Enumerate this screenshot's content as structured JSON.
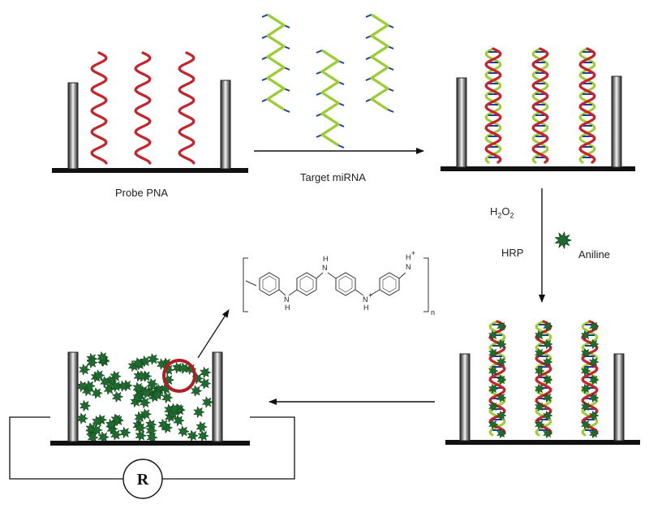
{
  "labels": {
    "probe": "Probe PNA",
    "target": "Target miRNA",
    "h2o2_main": "H",
    "h2o2_sub1": "2",
    "h2o2_mid": "O",
    "h2o2_sub2": "2",
    "hrp": "HRP",
    "aniline": "Aniline",
    "resistor": "R"
  },
  "formula": {
    "nh1": "N",
    "h1": "H",
    "nh2": "H",
    "nh2n": "N",
    "nh3": "N",
    "h3": "H",
    "nh4h": "H",
    "nh4n": "N",
    "plus": "+",
    "n_sub": "n"
  },
  "colors": {
    "probe_strand": "#c8232c",
    "target_strand": "#9acd32",
    "base_tick": "#1f3fa0",
    "polyaniline": "#1f6b2e",
    "highlight_ring": "#b01e23",
    "electrode_dark": "#111111"
  }
}
